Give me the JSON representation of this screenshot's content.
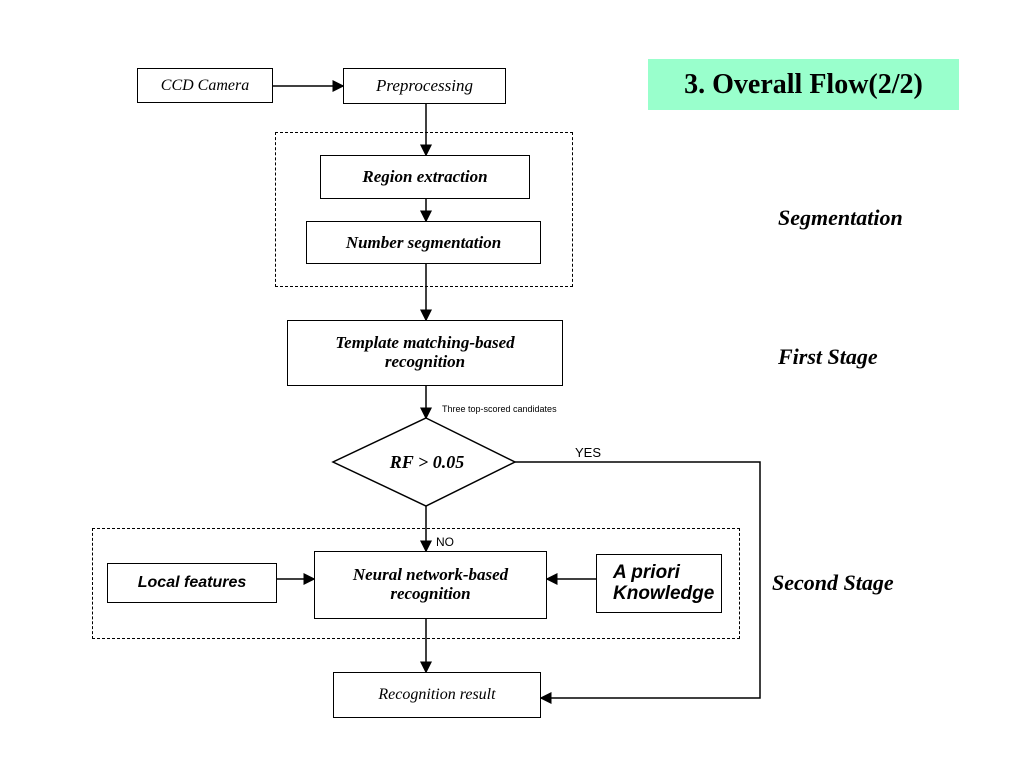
{
  "title": "3. Overall Flow(2/2)",
  "nodes": {
    "ccd_camera": "CCD Camera",
    "preprocessing": "Preprocessing",
    "region_extraction": "Region extraction",
    "number_segmentation": "Number segmentation",
    "template_matching": "Template matching-based\nrecognition",
    "decision": "RF > 0.05",
    "local_features": "Local features",
    "neural_network": "Neural network-based\nrecognition",
    "a_priori": "A priori\nKnowledge",
    "recognition_result": "Recognition result"
  },
  "edge_labels": {
    "candidates": "Three top-scored candidates",
    "yes": "YES",
    "no": "NO"
  },
  "stage_labels": {
    "segmentation": "Segmentation",
    "first_stage": "First Stage",
    "second_stage": "Second Stage"
  }
}
